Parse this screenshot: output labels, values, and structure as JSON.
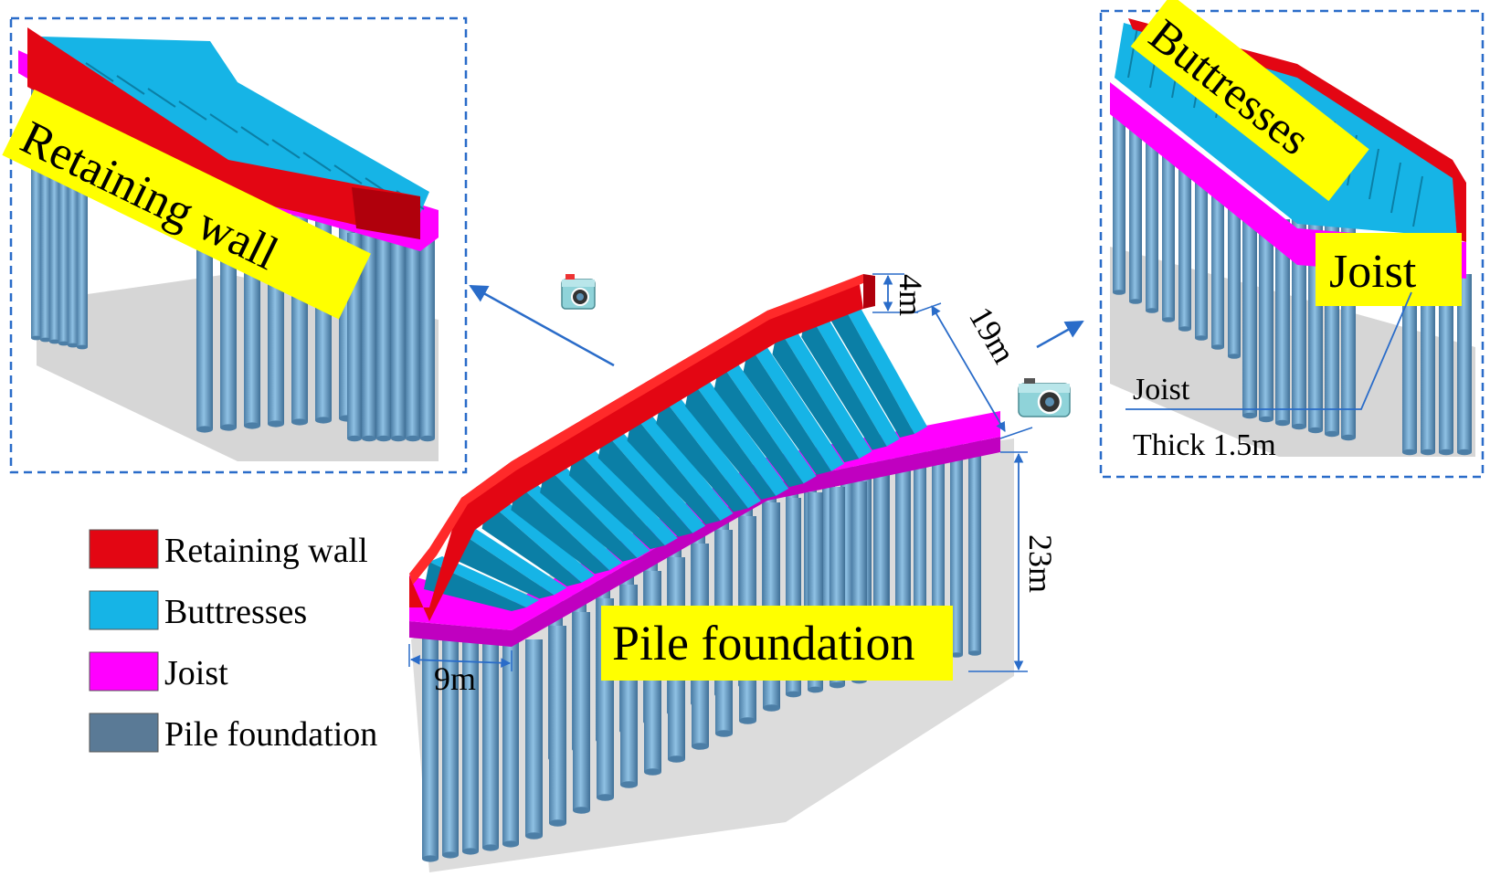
{
  "colors": {
    "retaining_wall": "#e30613",
    "retaining_wall_dark": "#b0000c",
    "buttresses": "#16b4e6",
    "buttresses_dark": "#0b7fa6",
    "joist": "#ff00ff",
    "joist_dark": "#c000c0",
    "pile": "#6fa5cc",
    "pile_dark": "#4c7ea6",
    "legend_pile": "#5a7a96",
    "label_bg": "#ffff00",
    "dash_frame": "#2a6cc9",
    "arrow": "#2a6cc9"
  },
  "labels": {
    "left_inset": "Retaining wall",
    "right_inset_top": "Buttresses",
    "right_inset_joist": "Joist",
    "main": "Pile foundation"
  },
  "annotations": {
    "joist_note": "Joist",
    "thickness_note": "Thick 1.5m"
  },
  "dimensions": {
    "wall_height": "4m",
    "width": "19m",
    "pile_length": "23m",
    "base_width": "9m"
  },
  "legend": [
    {
      "label": "Retaining wall",
      "color_key": "retaining_wall"
    },
    {
      "label": "Buttresses",
      "color_key": "buttresses"
    },
    {
      "label": "Joist",
      "color_key": "joist"
    },
    {
      "label": "Pile foundation",
      "color_key": "legend_pile"
    }
  ],
  "icons": {
    "viewpoint_left": "camera-icon",
    "viewpoint_right": "camera-icon"
  }
}
